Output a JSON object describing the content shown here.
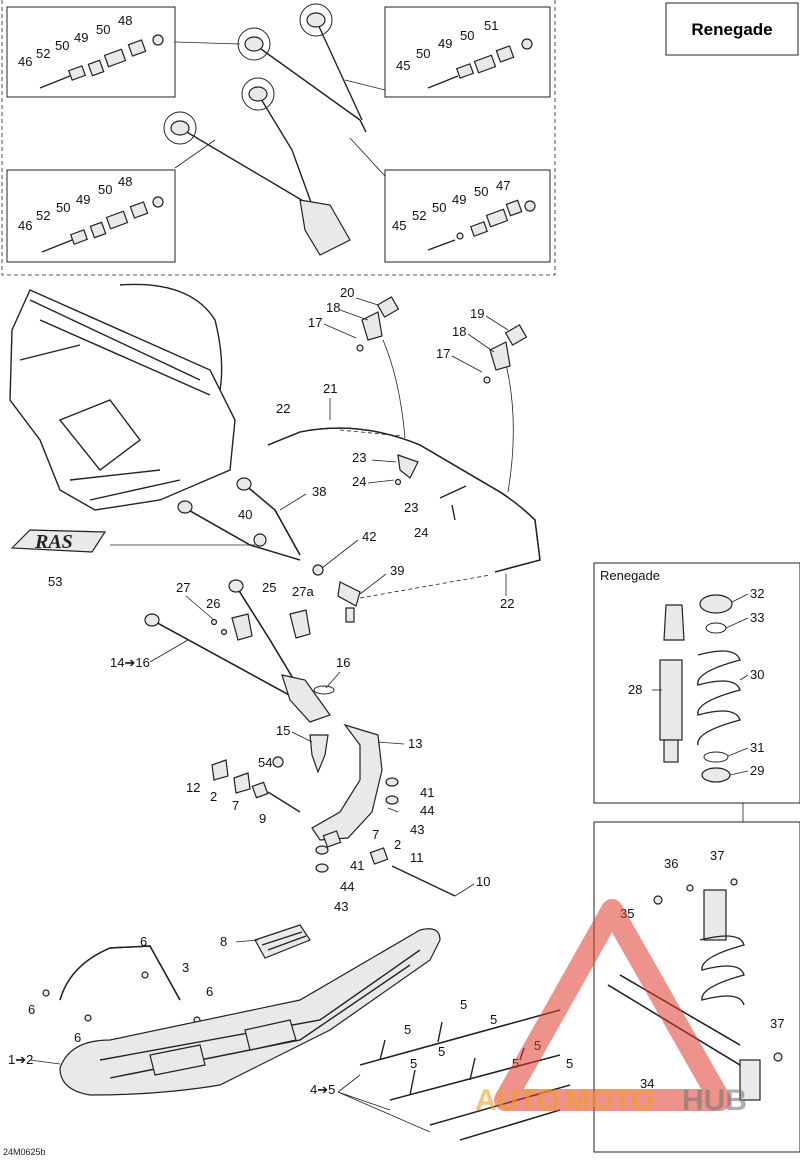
{
  "model_label": "Renegade",
  "shock_panel_label": "Renegade",
  "drawing_code": "24M0625b",
  "logo_text": "RAS",
  "watermark": {
    "part1": "AUTO",
    "part2": "MOTO",
    "part3": "HUB",
    "color_red": "#e03a2e",
    "color_orange": "#f0a020",
    "color_gray": "#777777"
  },
  "callouts": {
    "tl_46": "46",
    "tl_52": "52",
    "tl_50a": "50",
    "tl_49": "49",
    "tl_50b": "50",
    "tl_48": "48",
    "tr_45": "45",
    "tr_50a": "50",
    "tr_49": "49",
    "tr_50b": "50",
    "tr_51": "51",
    "bl_46": "46",
    "bl_52": "52",
    "bl_50a": "50",
    "bl_49": "49",
    "bl_50b": "50",
    "bl_48": "48",
    "br_45": "45",
    "br_52": "52",
    "br_50a": "50",
    "br_49": "49",
    "br_50b": "50",
    "br_47": "47",
    "c20": "20",
    "c18a": "18",
    "c17a": "17",
    "c19": "19",
    "c18b": "18",
    "c17b": "17",
    "c21": "21",
    "c22a": "22",
    "c23a": "23",
    "c24a": "24",
    "c23b": "23",
    "c24b": "24",
    "c38": "38",
    "c40": "40",
    "c42": "42",
    "c53": "53",
    "c39": "39",
    "c22b": "22",
    "c27": "27",
    "c25": "25",
    "c27a": "27a",
    "c26": "26",
    "c14_16": "14➔16",
    "c16": "16",
    "c15": "15",
    "c13": "13",
    "c12": "12",
    "c54": "54",
    "c2a": "2",
    "c7a": "7",
    "c9": "9",
    "c41a": "41",
    "c44a": "44",
    "c43a": "43",
    "c7b": "7",
    "c2b": "2",
    "c11": "11",
    "c41b": "41",
    "c44b": "44",
    "c43b": "43",
    "c10": "10",
    "c8": "8",
    "c6a": "6",
    "c3": "3",
    "c6b": "6",
    "c6c": "6",
    "c6d": "6",
    "c1_2": "1➔2",
    "c5a": "5",
    "c5b": "5",
    "c5c": "5",
    "c5d": "5",
    "c5e": "5",
    "c5f": "5",
    "c5g": "5",
    "c5h": "5",
    "c4_5": "4➔5",
    "c32": "32",
    "c33": "33",
    "c30": "30",
    "c28": "28",
    "c31": "31",
    "c29": "29",
    "c36": "36",
    "c37a": "37",
    "c35": "35",
    "c37b": "37",
    "c34": "34"
  }
}
